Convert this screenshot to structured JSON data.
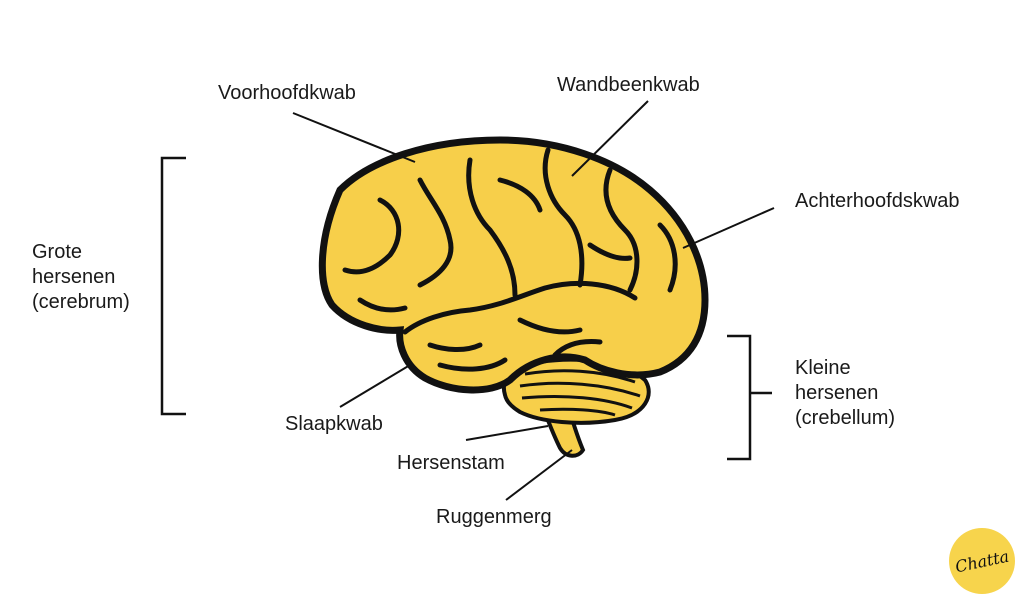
{
  "labels": {
    "frontal": "Voorhoofdkwab",
    "parietal": "Wandbeenkwab",
    "occipital": "Achterhoofdskwab",
    "temporal": "Slaapkwab",
    "brainstem": "Hersenstam",
    "spinal_cord": "Ruggenmerg",
    "cerebrum": [
      "Grote",
      "hersenen",
      "(cerebrum)"
    ],
    "cerebellum": [
      "Kleine",
      "hersenen",
      "(crebellum)"
    ]
  },
  "logo": {
    "text": "Chatta",
    "color": "#f7d44c"
  },
  "colors": {
    "brain_fill": "#f7cf4a",
    "outline": "#111111",
    "text": "#1a1a1a"
  }
}
